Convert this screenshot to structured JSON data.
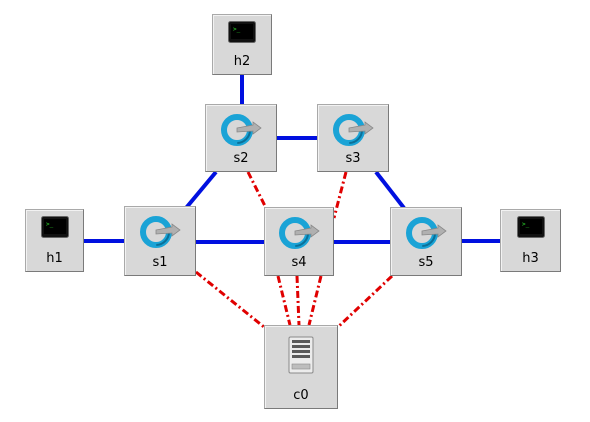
{
  "nodes": [
    {
      "id": "h2",
      "label": "h2",
      "kind": "host",
      "icon": "terminal-icon"
    },
    {
      "id": "s2",
      "label": "s2",
      "kind": "switch",
      "icon": "switch-icon"
    },
    {
      "id": "s3",
      "label": "s3",
      "kind": "switch",
      "icon": "switch-icon"
    },
    {
      "id": "h1",
      "label": "h1",
      "kind": "host",
      "icon": "terminal-icon"
    },
    {
      "id": "s1",
      "label": "s1",
      "kind": "switch",
      "icon": "switch-icon"
    },
    {
      "id": "s4",
      "label": "s4",
      "kind": "switch",
      "icon": "switch-icon"
    },
    {
      "id": "s5",
      "label": "s5",
      "kind": "switch",
      "icon": "switch-icon"
    },
    {
      "id": "h3",
      "label": "h3",
      "kind": "host",
      "icon": "terminal-icon"
    },
    {
      "id": "c0",
      "label": "c0",
      "kind": "controller",
      "icon": "server-icon"
    }
  ],
  "links": [
    {
      "from": "h2",
      "to": "s2",
      "type": "data"
    },
    {
      "from": "s2",
      "to": "s3",
      "type": "data"
    },
    {
      "from": "s2",
      "to": "s1",
      "type": "data"
    },
    {
      "from": "s3",
      "to": "s5",
      "type": "data"
    },
    {
      "from": "h1",
      "to": "s1",
      "type": "data"
    },
    {
      "from": "s1",
      "to": "s4",
      "type": "data"
    },
    {
      "from": "s4",
      "to": "s5",
      "type": "data"
    },
    {
      "from": "s5",
      "to": "h3",
      "type": "data"
    },
    {
      "from": "s1",
      "to": "c0",
      "type": "control"
    },
    {
      "from": "s2",
      "to": "c0",
      "type": "control"
    },
    {
      "from": "s3",
      "to": "c0",
      "type": "control"
    },
    {
      "from": "s4",
      "to": "c0",
      "type": "control"
    },
    {
      "from": "s5",
      "to": "c0",
      "type": "control"
    }
  ],
  "colors": {
    "data_link": "#0010e0",
    "control_link": "#e00000",
    "node_bg": "#d8d8d8"
  }
}
